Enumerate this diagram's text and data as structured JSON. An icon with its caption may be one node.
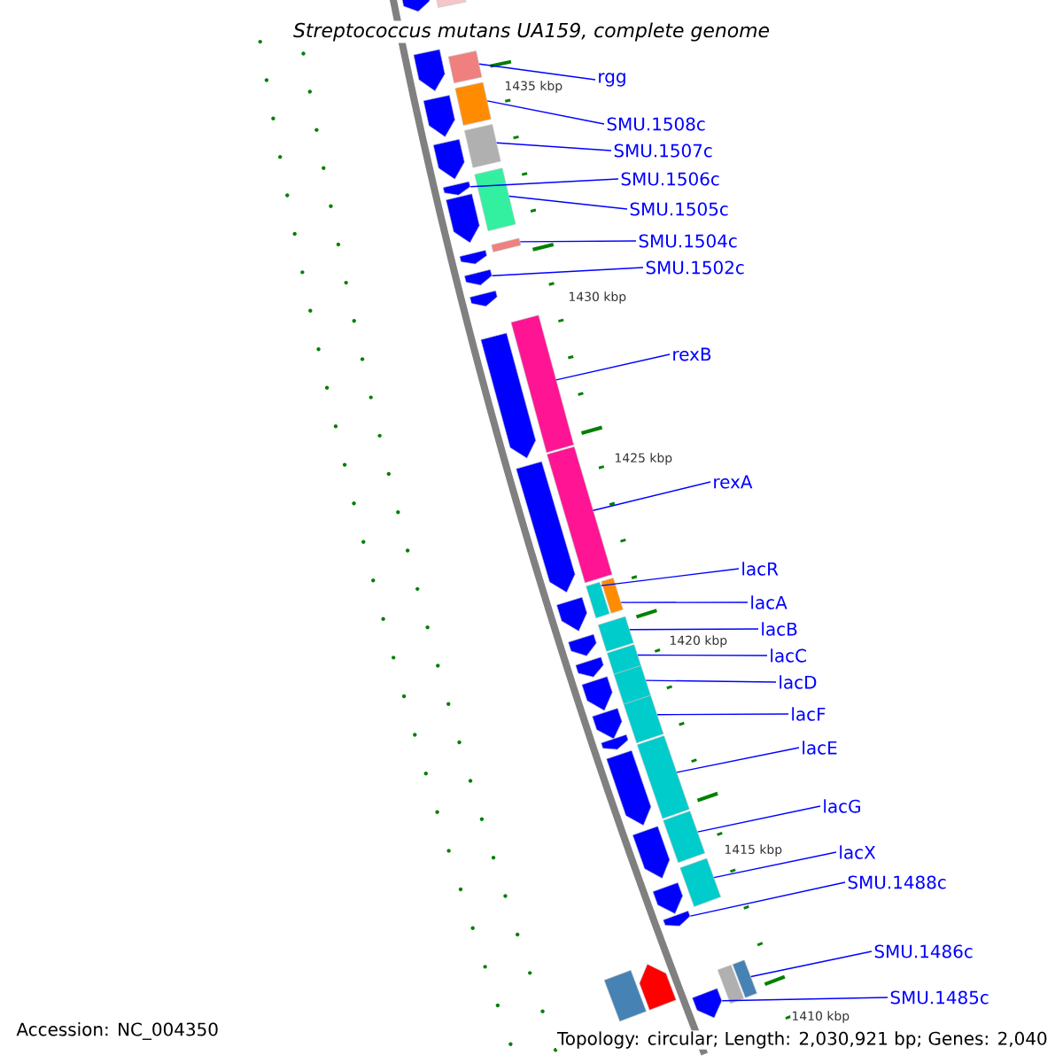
{
  "diagram": {
    "title": "Streptococcus mutans UA159, complete genome",
    "nodes": [
      {
        "text": [
          "rgg"
        ]
      },
      {
        "text": [
          "SMU.1508c"
        ]
      },
      {
        "text": [
          "SMU.1507c"
        ]
      },
      {
        "text": [
          "SMU.1506c"
        ]
      },
      {
        "text": [
          "SMU.1505c"
        ]
      },
      {
        "text": [
          "SMU.1504c"
        ]
      },
      {
        "text": [
          "SMU.1502c"
        ]
      },
      {
        "text": [
          "rexB"
        ]
      },
      {
        "text": [
          "rexA"
        ]
      },
      {
        "text": [
          "lacR"
        ]
      },
      {
        "text": [
          "lacA"
        ]
      },
      {
        "text": [
          "lacB"
        ]
      },
      {
        "text": [
          "lacC"
        ]
      },
      {
        "text": [
          "lacD"
        ]
      },
      {
        "text": [
          "lacF"
        ]
      },
      {
        "text": [
          "lacE"
        ]
      },
      {
        "text": [
          "lacG"
        ]
      },
      {
        "text": [
          "lacX"
        ]
      },
      {
        "text": [
          "SMU.1488c"
        ]
      },
      {
        "text": [
          "SMU.1486c"
        ]
      },
      {
        "text": [
          "SMU.1485c"
        ]
      },
      {
        "text": [],
        "shape": "arrow"
      },
      {
        "text": [],
        "shape": "bar"
      },
      {
        "text": [],
        "shape": "arrow"
      },
      {
        "text": [],
        "shape": "bar"
      },
      {
        "text": [],
        "shape": "bar"
      },
      {
        "text": [],
        "shape": "arrow"
      },
      {
        "text": [],
        "shape": "bar"
      },
      {
        "text": [],
        "shape": "arrow"
      },
      {
        "text": [],
        "shape": "bar"
      },
      {
        "text": [],
        "shape": "arrow"
      },
      {
        "text": [],
        "shape": "arrow"
      },
      {
        "text": [],
        "shape": "bar"
      },
      {
        "text": [],
        "shape": "arrow"
      },
      {
        "text": [],
        "shape": "arrow"
      },
      {
        "text": [],
        "shape": "arrow"
      },
      {
        "text": [],
        "shape": "bar"
      },
      {
        "text": [],
        "shape": "arrow"
      },
      {
        "text": [],
        "shape": "bar"
      },
      {
        "text": [],
        "shape": "arrow"
      },
      {
        "text": [],
        "shape": "bar"
      },
      {
        "text": [],
        "shape": "bar"
      },
      {
        "text": [],
        "shape": "arrow"
      },
      {
        "text": [],
        "shape": "bar"
      },
      {
        "text": [],
        "shape": "arrow"
      },
      {
        "text": [],
        "shape": "bar"
      },
      {
        "text": [],
        "shape": "arrow"
      },
      {
        "text": [],
        "shape": "arrow"
      },
      {
        "text": [],
        "shape": "bar"
      },
      {
        "text": [],
        "shape": "bar"
      },
      {
        "text": [],
        "shape": "arrow"
      },
      {
        "text": [],
        "shape": "arrow"
      },
      {
        "text": [],
        "shape": "bar"
      },
      {
        "text": [],
        "shape": "arrow"
      },
      {
        "text": [],
        "shape": "bar"
      },
      {
        "text": [],
        "shape": "arrow"
      },
      {
        "text": [],
        "shape": "bar"
      },
      {
        "text": [],
        "shape": "arrow"
      },
      {
        "text": [],
        "shape": "arrow"
      },
      {
        "text": [],
        "shape": "bar"
      },
      {
        "text": [],
        "shape": "arrow"
      },
      {
        "text": [],
        "shape": "bar"
      },
      {
        "text": [],
        "shape": "bar"
      },
      {
        "text": [],
        "shape": "arrow"
      }
    ],
    "edges": [
      {
        "from": 0,
        "to": 24,
        "arrow": "none"
      },
      {
        "from": 1,
        "to": 25,
        "arrow": "none"
      },
      {
        "from": 2,
        "to": 27,
        "arrow": "none"
      },
      {
        "from": 3,
        "to": 30,
        "arrow": "none"
      },
      {
        "from": 4,
        "to": 29,
        "arrow": "none"
      },
      {
        "from": 5,
        "to": 32,
        "arrow": "none"
      },
      {
        "from": 6,
        "to": 34,
        "arrow": "none"
      },
      {
        "from": 7,
        "to": 36,
        "arrow": "none"
      },
      {
        "from": 8,
        "to": 38,
        "arrow": "none"
      },
      {
        "from": 9,
        "to": 40,
        "arrow": "none"
      },
      {
        "from": 10,
        "to": 41,
        "arrow": "none"
      },
      {
        "from": 11,
        "to": 43,
        "arrow": "none"
      },
      {
        "from": 12,
        "to": 45,
        "arrow": "none"
      },
      {
        "from": 13,
        "to": 48,
        "arrow": "none"
      },
      {
        "from": 14,
        "to": 49,
        "arrow": "none"
      },
      {
        "from": 15,
        "to": 52,
        "arrow": "none"
      },
      {
        "from": 16,
        "to": 54,
        "arrow": "none"
      },
      {
        "from": 17,
        "to": 56,
        "arrow": "none"
      },
      {
        "from": 18,
        "to": 58,
        "arrow": "none"
      },
      {
        "from": 19,
        "to": 62,
        "arrow": "none"
      },
      {
        "from": 20,
        "to": 63,
        "arrow": "none"
      }
    ],
    "labels": [
      "1435 kbp",
      "1430 kbp",
      "1425 kbp",
      "1420 kbp",
      "1415 kbp",
      "1410 kbp",
      "Accession: NC_004350",
      "Topology: circular; Length: 2,030,921 bp; Genes: 2,040"
    ]
  }
}
